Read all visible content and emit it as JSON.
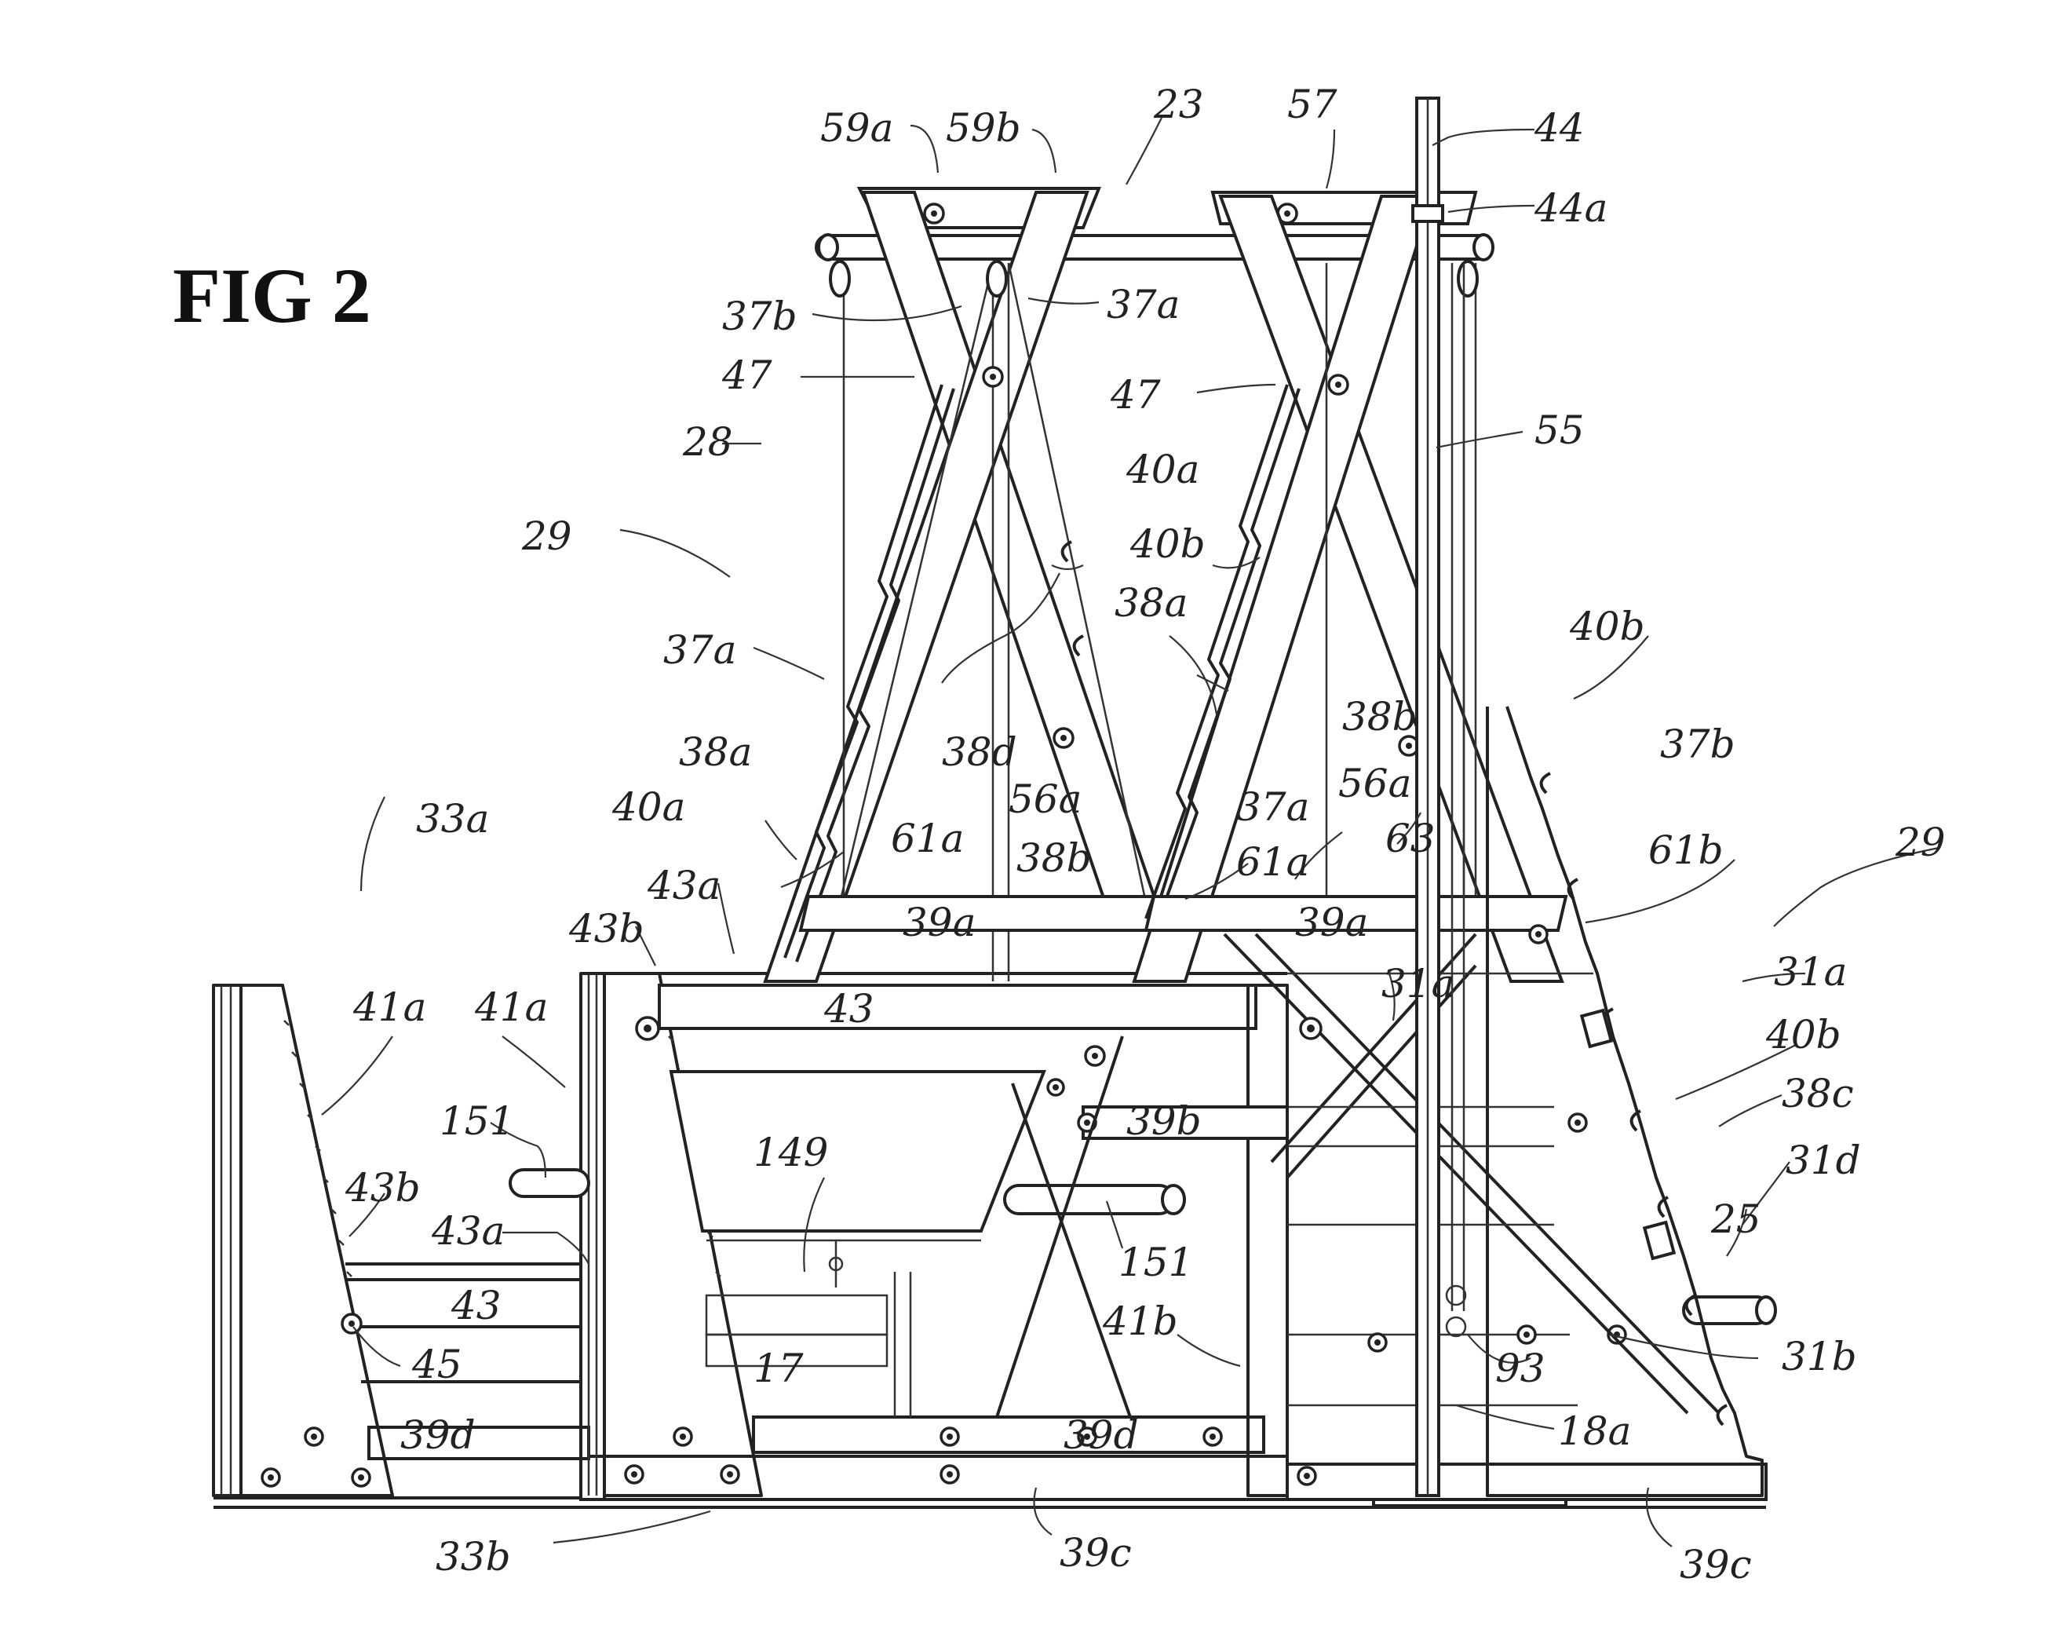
{
  "figure": {
    "title": "FIG 2"
  },
  "labels": {
    "l59a": "59a",
    "l59b": "59b",
    "l23": "23",
    "l57": "57",
    "l44": "44",
    "l44a": "44a",
    "l37b_top": "37b",
    "l37a_top": "37a",
    "l47_left": "47",
    "l47_right": "47",
    "l28": "28",
    "l55": "55",
    "l40a_mid": "40a",
    "l40b_mid": "40b",
    "l29_left": "29",
    "l38a_mid": "38a",
    "l40b_right": "40b",
    "l37a_left": "37a",
    "l38d": "38d",
    "l38b_right": "38b",
    "l37b_right": "37b",
    "l38a_left": "38a",
    "l56a_left": "56a",
    "l37a_center": "37a",
    "l56a_right": "56a",
    "l33a": "33a",
    "l40a_left": "40a",
    "l61a_left": "61a",
    "l38b_left": "38b",
    "l61a_right": "61a",
    "l63": "63",
    "l61b": "61b",
    "l29_right": "29",
    "l43a_top": "43a",
    "l43b_top": "43b",
    "l39a_left": "39a",
    "l39a_right": "39a",
    "l31a_right": "31a",
    "l41a_left": "41a",
    "l41a_mid": "41a",
    "l43_top": "43",
    "l31a_mid": "31a",
    "l40b_low": "40b",
    "l38c": "38c",
    "l151_left": "151",
    "l149": "149",
    "l39b": "39b",
    "l31d": "31d",
    "l43b_low": "43b",
    "l43a_low": "43a",
    "l151_right": "151",
    "l25": "25",
    "l43_low": "43",
    "l17": "17",
    "l41b": "41b",
    "l93": "93",
    "l31b": "31b",
    "l45": "45",
    "l39d_left": "39d",
    "l39d_right": "39d",
    "l18a": "18a",
    "l33b": "33b",
    "l39c_mid": "39c",
    "l39c_right": "39c"
  }
}
